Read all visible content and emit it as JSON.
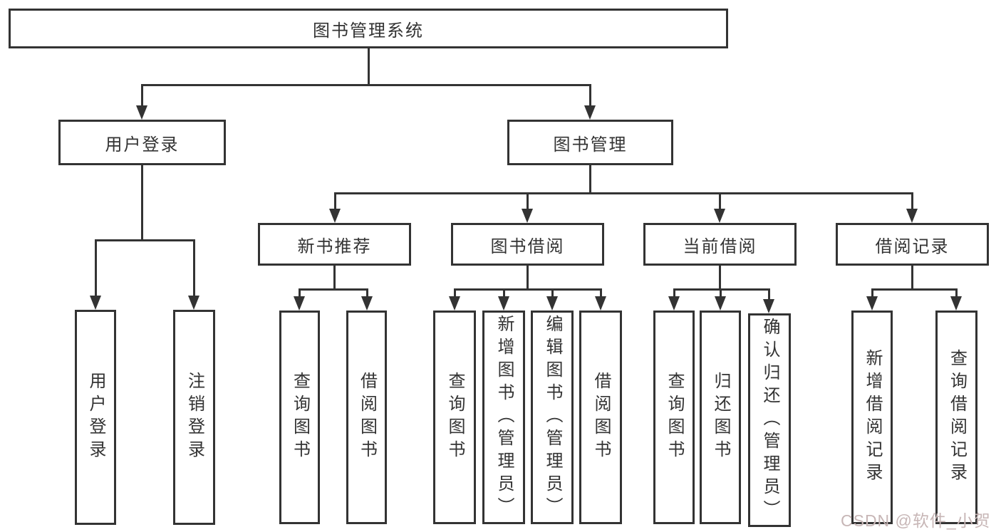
{
  "diagram_title": "图书管理系统",
  "colors": {
    "line": "#333333",
    "box_border": "#333333",
    "text": "#333333",
    "background": "#ffffff",
    "watermark": "#c7b6b6"
  },
  "tree": {
    "root": {
      "label": "图书管理系统"
    },
    "user_login_branch": {
      "label": "用户登录",
      "children": [
        {
          "label": "用户登录"
        },
        {
          "label": "注销登录"
        }
      ]
    },
    "book_mgmt_branch": {
      "label": "图书管理",
      "groups": [
        {
          "label": "新书推荐",
          "children": [
            {
              "label": "查询图书"
            },
            {
              "label": "借阅图书"
            }
          ]
        },
        {
          "label": "图书借阅",
          "children": [
            {
              "label": "查询图书"
            },
            {
              "label": "新增图书（管理员）"
            },
            {
              "label": "编辑图书（管理员）"
            },
            {
              "label": "借阅图书"
            }
          ]
        },
        {
          "label": "当前借阅",
          "children": [
            {
              "label": "查询图书"
            },
            {
              "label": "归还图书"
            },
            {
              "label": "确认归还（管理员）"
            }
          ]
        },
        {
          "label": "借阅记录",
          "children": [
            {
              "label": "新增借阅记录"
            },
            {
              "label": "查询借阅记录"
            }
          ]
        }
      ]
    }
  },
  "watermark": {
    "text": "CSDN @软件_小贺同学"
  }
}
